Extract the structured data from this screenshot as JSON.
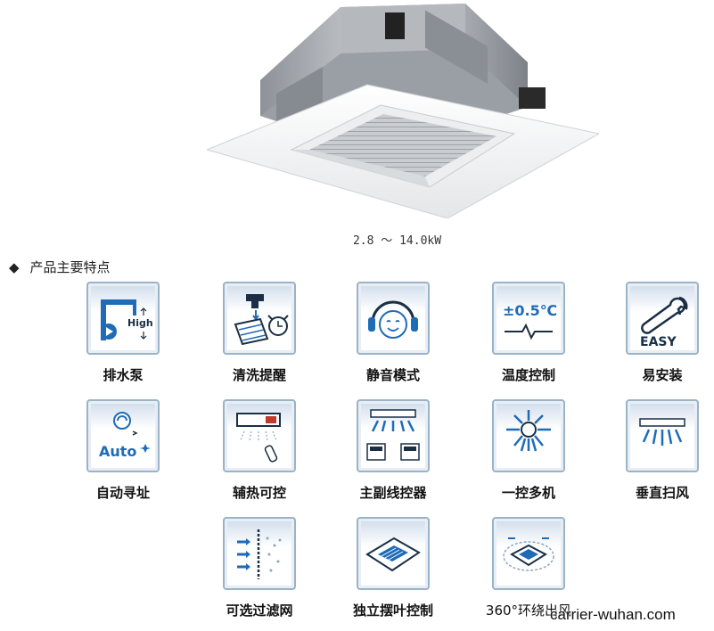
{
  "product": {
    "capacity_range": "2.8 ～ 14.0kW"
  },
  "section": {
    "bullet": "◆",
    "title": "产品主要特点"
  },
  "features": [
    {
      "label": "排水泵",
      "icon": "drain-pump-icon",
      "icon_text": "High"
    },
    {
      "label": "清洗提醒",
      "icon": "cleaning-reminder-icon"
    },
    {
      "label": "静音模式",
      "icon": "silent-mode-icon"
    },
    {
      "label": "温度控制",
      "icon": "temperature-control-icon",
      "icon_text": "±0.5℃"
    },
    {
      "label": "易安装",
      "icon": "easy-install-icon",
      "icon_text": "EASY"
    },
    {
      "label": "自动寻址",
      "icon": "auto-address-icon",
      "icon_text": "Auto"
    },
    {
      "label": "辅热可控",
      "icon": "aux-heat-icon"
    },
    {
      "label": "主副线控器",
      "icon": "dual-wired-controller-icon"
    },
    {
      "label": "一控多机",
      "icon": "one-to-many-control-icon"
    },
    {
      "label": "垂直扫风",
      "icon": "vertical-swing-icon"
    },
    {
      "label": "可选过滤网",
      "icon": "optional-filter-icon"
    },
    {
      "label": "独立摆叶控制",
      "icon": "independent-louver-icon"
    },
    {
      "label": "360°环绕出风",
      "icon": "surround-airflow-icon"
    }
  ],
  "watermark": "carrier-wuhan.com",
  "colors": {
    "accent": "#1e6bb8",
    "tile_border": "#9bb3c7",
    "dark_icon": "#1a2f45"
  }
}
